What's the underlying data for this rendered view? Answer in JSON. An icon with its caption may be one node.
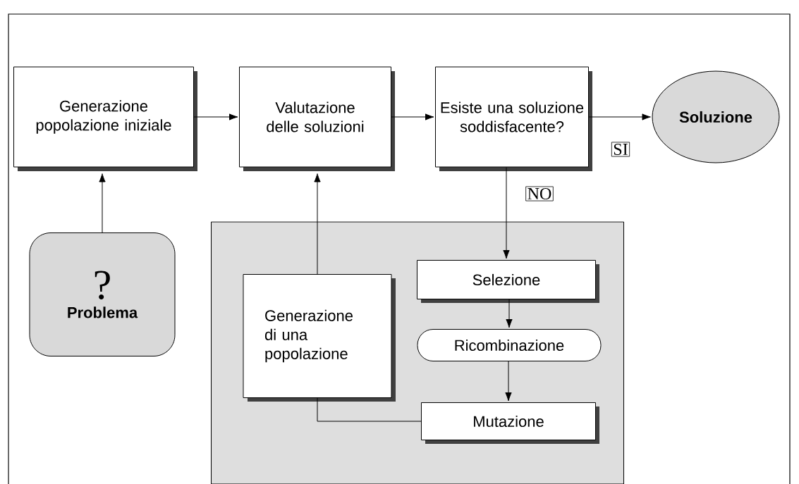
{
  "diagram": {
    "nodes": [
      {
        "text": [
          "Generazione popolazione iniziale"
        ]
      },
      {
        "text": [
          "Valutazione delle soluzioni"
        ]
      },
      {
        "text": [
          "Esiste una soluzione soddisfacente?"
        ]
      },
      {
        "text": [
          "Soluzione"
        ]
      },
      {
        "text": [
          "?",
          "Problema"
        ]
      },
      {
        "text": [],
        "shape": "box"
      },
      {
        "text": [
          "Generazione di una popolazione"
        ],
        "in": 5
      },
      {
        "text": [
          "Selezione"
        ],
        "in": 5
      },
      {
        "text": [
          "Ricombinazione"
        ],
        "in": 5
      },
      {
        "text": [
          "Mutazione"
        ],
        "in": 5
      }
    ],
    "edges": [
      {
        "from": 0,
        "to": 1,
        "arrow": "to"
      },
      {
        "from": 1,
        "to": 2,
        "arrow": "to"
      },
      {
        "from": 2,
        "to": 3,
        "arrow": "to",
        "label": "SI"
      },
      {
        "from": 4,
        "to": 0,
        "arrow": "to"
      },
      {
        "from": 2,
        "to": 7,
        "arrow": "to",
        "label": "NO"
      },
      {
        "from": 7,
        "to": 8,
        "arrow": "to"
      },
      {
        "from": 8,
        "to": 9,
        "arrow": "to"
      },
      {
        "from": 9,
        "to": 6,
        "arrow": "none"
      },
      {
        "from": 6,
        "to": 1,
        "arrow": "to"
      }
    ]
  }
}
